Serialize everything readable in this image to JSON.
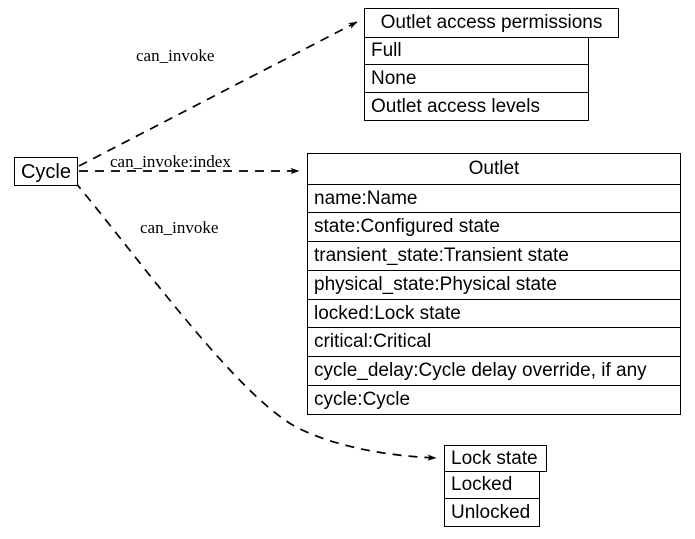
{
  "diagram": {
    "type": "entity-relationship-class-diagram",
    "background_color": "#ffffff",
    "line_color": "#000000",
    "text_color": "#000000"
  },
  "nodes": {
    "cycle": {
      "label": "Cycle"
    },
    "outlet_access_permissions": {
      "header": "Outlet access permissions",
      "rows": [
        "Full",
        "None",
        "Outlet access levels"
      ]
    },
    "outlet": {
      "header": "Outlet",
      "rows": [
        "name:Name",
        "state:Configured state",
        "transient_state:Transient state",
        "physical_state:Physical state",
        "locked:Lock state",
        "critical:Critical",
        "cycle_delay:Cycle delay override, if any",
        "cycle:Cycle"
      ]
    },
    "lock_state": {
      "header": "Lock state",
      "rows": [
        "Locked",
        "Unlocked"
      ]
    }
  },
  "edges": [
    {
      "id": "cycle-to-outlet-access-permissions",
      "label": "can_invoke",
      "from": "cycle",
      "to": "outlet_access_permissions",
      "style": "dashed",
      "arrow": "open"
    },
    {
      "id": "cycle-to-outlet",
      "label": "can_invoke:index",
      "from": "cycle",
      "to": "outlet",
      "style": "dashed",
      "arrow": "open"
    },
    {
      "id": "cycle-to-lock-state",
      "label": "can_invoke",
      "from": "cycle",
      "to": "lock_state",
      "style": "dashed",
      "arrow": "open"
    }
  ]
}
